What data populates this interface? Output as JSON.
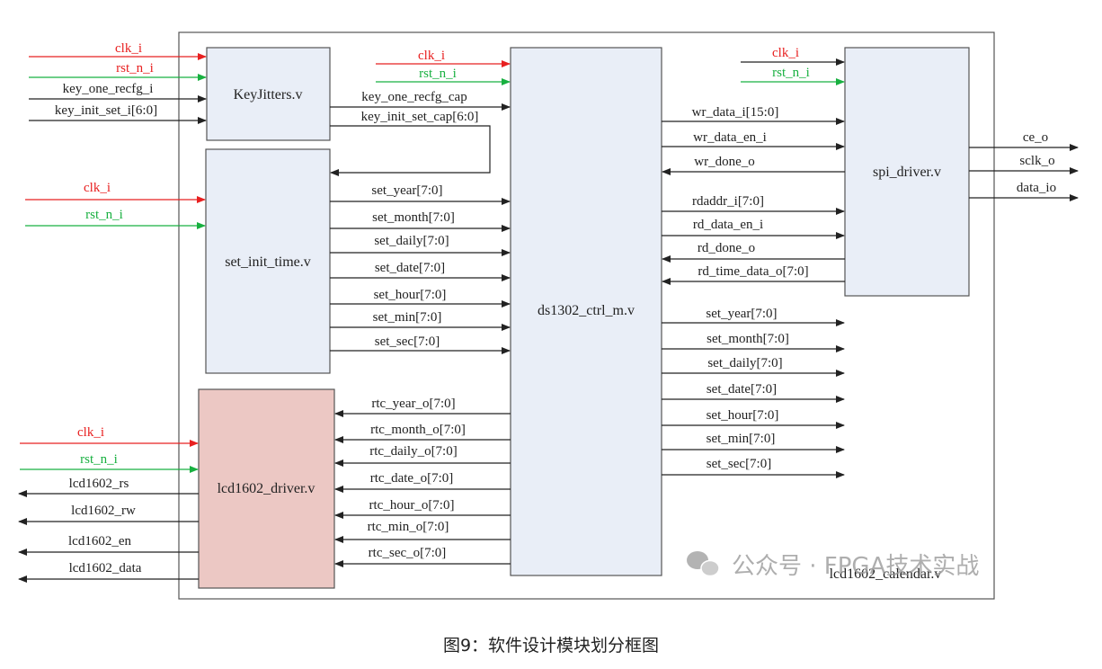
{
  "colors": {
    "clk": "#e82020",
    "rst": "#18b040",
    "wire": "#222222",
    "module_fill": "#e9eef7",
    "lcd_fill": "#ecc8c4"
  },
  "modules": {
    "keyjitters": "KeyJitters.v",
    "set_init_time": "set_init_time.v",
    "lcd1602_driver": "lcd1602_driver.v",
    "ds1302_ctrl": "ds1302_ctrl_m.v",
    "spi_driver": "spi_driver.v"
  },
  "top_module": "lcd1602_calendar.v",
  "signals": {
    "clk": "clk_i",
    "rst": "rst_n_i",
    "key_one_recfg_i": "key_one_recfg_i",
    "key_init_set_i": "key_init_set_i[6:0]",
    "key_one_recfg_cap": "key_one_recfg_cap",
    "key_init_set_cap": "key_init_set_cap[6:0]",
    "set_year": "set_year[7:0]",
    "set_month": "set_month[7:0]",
    "set_daily": "set_daily[7:0]",
    "set_date": "set_date[7:0]",
    "set_hour": "set_hour[7:0]",
    "set_min": "set_min[7:0]",
    "set_sec": "set_sec[7:0]",
    "wr_data_i": "wr_data_i[15:0]",
    "wr_data_en_i": "wr_data_en_i",
    "wr_done_o": "wr_done_o",
    "rdaddr_i": "rdaddr_i[7:0]",
    "rd_data_en_i": "rd_data_en_i",
    "rd_done_o": "rd_done_o",
    "rd_time_data_o": "rd_time_data_o[7:0]",
    "ce_o": "ce_o",
    "sclk_o": "sclk_o",
    "data_io": "data_io",
    "rtc_year_o": "rtc_year_o[7:0]",
    "rtc_month_o": "rtc_month_o[7:0]",
    "rtc_daily_o": "rtc_daily_o[7:0]",
    "rtc_date_o": "rtc_date_o[7:0]",
    "rtc_hour_o": "rtc_hour_o[7:0]",
    "rtc_min_o": "rtc_min_o[7:0]",
    "rtc_sec_o": "rtc_sec_o[7:0]",
    "lcd1602_rs": "lcd1602_rs",
    "lcd1602_rw": "lcd1602_rw",
    "lcd1602_en": "lcd1602_en",
    "lcd1602_data": "lcd1602_data"
  },
  "watermark": "公众号 · FPGA技术实战",
  "caption": "图9：软件设计模块划分框图"
}
